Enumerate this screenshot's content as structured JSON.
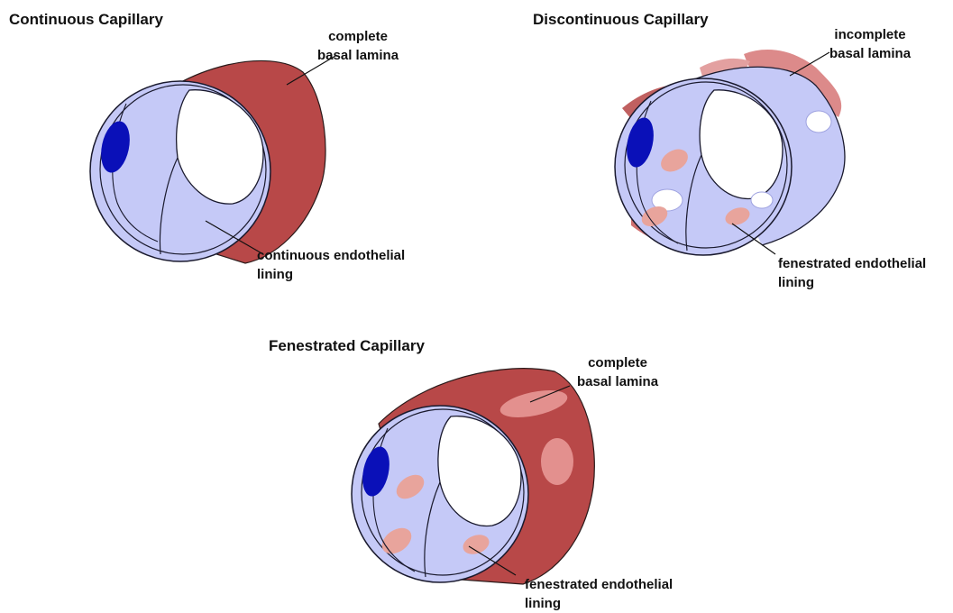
{
  "panels": {
    "continuous": {
      "title": "Continuous Capillary",
      "lamina_label": [
        "complete",
        "basal lamina"
      ],
      "lining_label": [
        "continuous endothelial",
        "lining"
      ]
    },
    "discontinuous": {
      "title": "Discontinuous Capillary",
      "lamina_label": [
        "incomplete",
        "basal lamina"
      ],
      "lining_label": [
        "fenestrated endothelial",
        "lining"
      ]
    },
    "fenestrated": {
      "title": "Fenestrated Capillary",
      "lamina_label": [
        "complete",
        "basal lamina"
      ],
      "lining_label": [
        "fenestrated endothelial",
        "lining"
      ]
    }
  },
  "colors": {
    "basal_lamina": "#b84848",
    "basal_lamina_light": "#e3908e",
    "endothelium": "#c5c9f7",
    "nucleus": "#0a10b8",
    "outline": "#1a1a2e",
    "fenestra": "#e8a49c"
  }
}
